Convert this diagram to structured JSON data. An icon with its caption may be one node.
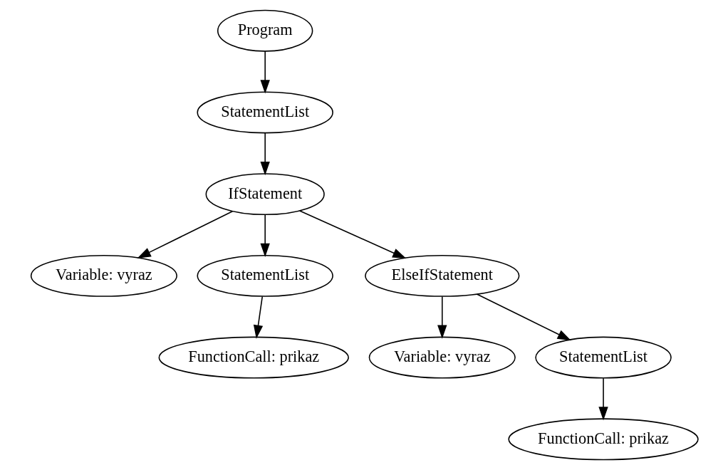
{
  "diagram": {
    "nodes": [
      {
        "text": [
          "Program"
        ]
      },
      {
        "text": [
          "StatementList"
        ]
      },
      {
        "text": [
          "IfStatement"
        ]
      },
      {
        "text": [
          "Variable: vyraz"
        ]
      },
      {
        "text": [
          "StatementList"
        ]
      },
      {
        "text": [
          "ElseIfStatement"
        ]
      },
      {
        "text": [
          "FunctionCall: prikaz"
        ]
      },
      {
        "text": [
          "Variable: vyraz"
        ]
      },
      {
        "text": [
          "StatementList"
        ]
      },
      {
        "text": [
          "FunctionCall: prikaz"
        ]
      }
    ],
    "edges": [
      {
        "from": 0,
        "to": 1,
        "arrow": "to"
      },
      {
        "from": 1,
        "to": 2,
        "arrow": "to"
      },
      {
        "from": 2,
        "to": 3,
        "arrow": "to"
      },
      {
        "from": 2,
        "to": 4,
        "arrow": "to"
      },
      {
        "from": 2,
        "to": 5,
        "arrow": "to"
      },
      {
        "from": 4,
        "to": 6,
        "arrow": "to"
      },
      {
        "from": 5,
        "to": 7,
        "arrow": "to"
      },
      {
        "from": 5,
        "to": 8,
        "arrow": "to"
      },
      {
        "from": 8,
        "to": 9,
        "arrow": "to"
      }
    ]
  }
}
